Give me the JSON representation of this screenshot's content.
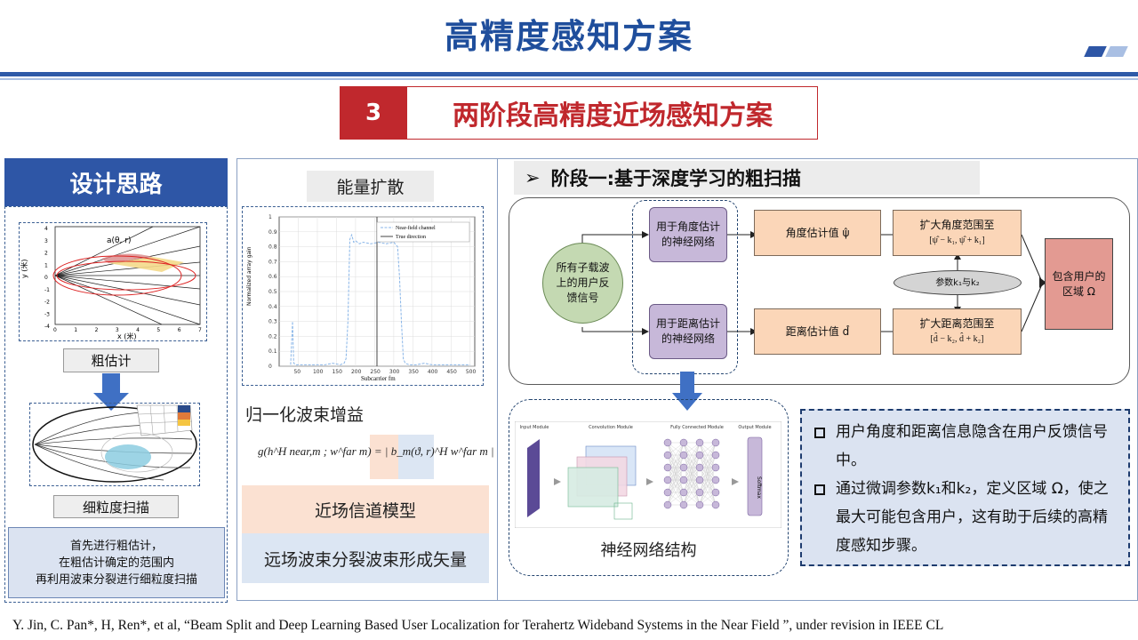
{
  "title": "高精度感知方案",
  "section": {
    "number": "3",
    "title": "两阶段高精度近场感知方案"
  },
  "left": {
    "header": "设计思路",
    "coarse_label": "粗估计",
    "fine_label": "细粒度扫描",
    "plot_point_label": "a(θ, r)",
    "plot_ylabel": "y (米)",
    "plot_xlabel": "x (米)",
    "plot_xticks": [
      "0",
      "1",
      "2",
      "3",
      "4",
      "5",
      "6",
      "7"
    ],
    "plot_yticks": [
      "4",
      "3",
      "2",
      "1",
      "0",
      "-1",
      "-2",
      "-3",
      "-4"
    ],
    "note": [
      "首先进行粗估计，",
      "在粗估计确定的范围内",
      "再利用波束分裂进行细粒度扫描"
    ]
  },
  "middle": {
    "energy_label": "能量扩散",
    "gain_label": "归一化波束增益",
    "formula": "g(h^H near,m ; w^far m) = | b_m(ϑ, r)^H w^far m |",
    "band1": "近场信道模型",
    "band2": "远场波束分裂波束形成矢量",
    "chart_ylabel": "Normalized array gain",
    "chart_xlabel": "Subcarrier  fm",
    "legend": [
      "Near-field channel",
      "True direction"
    ]
  },
  "chart_data": {
    "type": "line",
    "xlabel": "Subcarrier fm",
    "ylabel": "Normalized array gain",
    "xlim": [
      0,
      512
    ],
    "ylim": [
      0,
      1
    ],
    "xticks": [
      "50",
      "100",
      "150",
      "200",
      "250",
      "300",
      "350",
      "400",
      "450",
      "500"
    ],
    "yticks": [
      "0",
      "0.1",
      "0.2",
      "0.3",
      "0.4",
      "0.5",
      "0.6",
      "0.7",
      "0.8",
      "0.9",
      "1"
    ],
    "series": [
      {
        "name": "Near-field channel",
        "x": [
          30,
          35,
          38,
          45,
          60,
          80,
          100,
          120,
          140,
          160,
          170,
          175,
          180,
          185,
          190,
          195,
          200,
          210,
          220,
          240,
          260,
          280,
          300,
          310,
          315,
          320,
          325,
          330,
          340,
          360,
          380,
          400,
          420,
          440,
          460,
          480,
          500
        ],
        "y": [
          0.01,
          0.3,
          0.02,
          0.01,
          0.01,
          0.01,
          0.01,
          0.01,
          0.02,
          0.01,
          0.02,
          0.05,
          0.3,
          0.85,
          0.88,
          0.83,
          0.84,
          0.82,
          0.83,
          0.82,
          0.83,
          0.82,
          0.83,
          0.8,
          0.6,
          0.3,
          0.05,
          0.02,
          0.01,
          0.01,
          0.02,
          0.01,
          0.01,
          0.01,
          0.01,
          0.01,
          0.01
        ]
      },
      {
        "name": "True direction",
        "vertical_x": 256
      }
    ]
  },
  "right": {
    "stage_head": "阶段一:基于深度学习的粗扫描",
    "input_node": [
      "所有子载波",
      "上的用户反",
      "馈信号"
    ],
    "nn_angle": [
      "用于角度估计",
      "的神经网络"
    ],
    "nn_dist": [
      "用于距离估计",
      "的神经网络"
    ],
    "angle_est": "角度估计值 ψ̂",
    "dist_est": "距离估计值 d̂",
    "expand_angle": [
      "扩大角度范围至",
      "[ψ̂ − k₁, ψ̂ + k₁]"
    ],
    "expand_dist": [
      "扩大距离范围至",
      "[d̂ − k₂, d̂ + k₂]"
    ],
    "params": "参数k₁与k₂",
    "region": [
      "包含用户的",
      "区域 Ω"
    ],
    "nn_caption": "神经网络结构",
    "nn_modules": [
      "Input Module",
      "Convolution Module",
      "Fully Connected Module",
      "Output Module"
    ],
    "softmax": "Softmax",
    "bullets": [
      "用户角度和距离信息隐含在用户反馈信号中。",
      "通过微调参数k₁和k₂，定义区域 Ω，使之最大可能包含用户，这有助于后续的高精度感知步骤。"
    ]
  },
  "reference": "Y. Jin, C. Pan*, H, Ren*, et al, “Beam Split and Deep Learning Based User Localization for Terahertz Wideband Systems in the Near Field ”, under revision in IEEE CL",
  "colors": {
    "brand_blue": "#2e56a6",
    "accent_red": "#c0282d",
    "band_orange": "#fbe1d2",
    "band_blue": "#dce6f3"
  }
}
